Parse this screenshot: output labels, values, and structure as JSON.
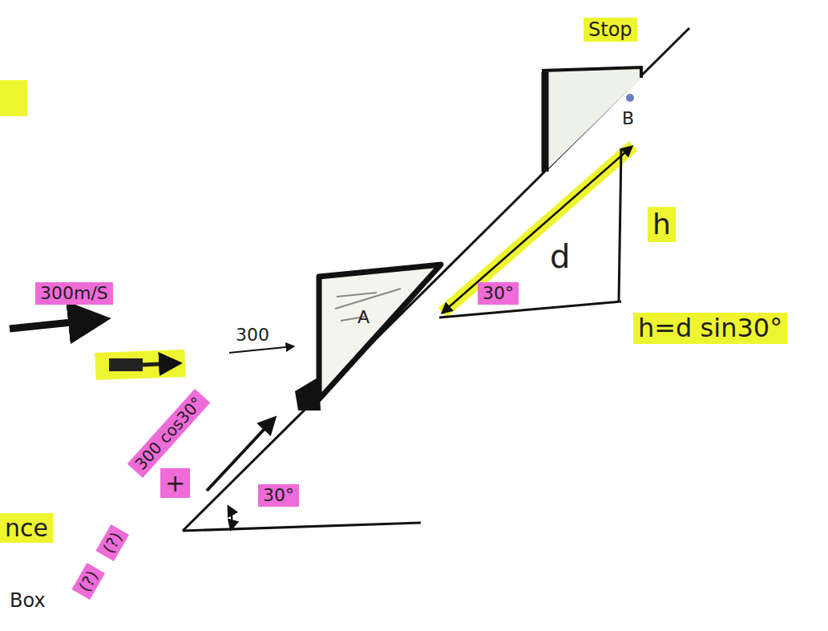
{
  "diagram": {
    "labels": [
      "Stop",
      "B",
      "A",
      "d",
      "h",
      "h=d sin30°",
      "30°",
      "300m/S",
      "300",
      "300 cos30°",
      "+",
      "30°",
      "Box",
      "(?)",
      "(?)",
      "nce"
    ]
  }
}
